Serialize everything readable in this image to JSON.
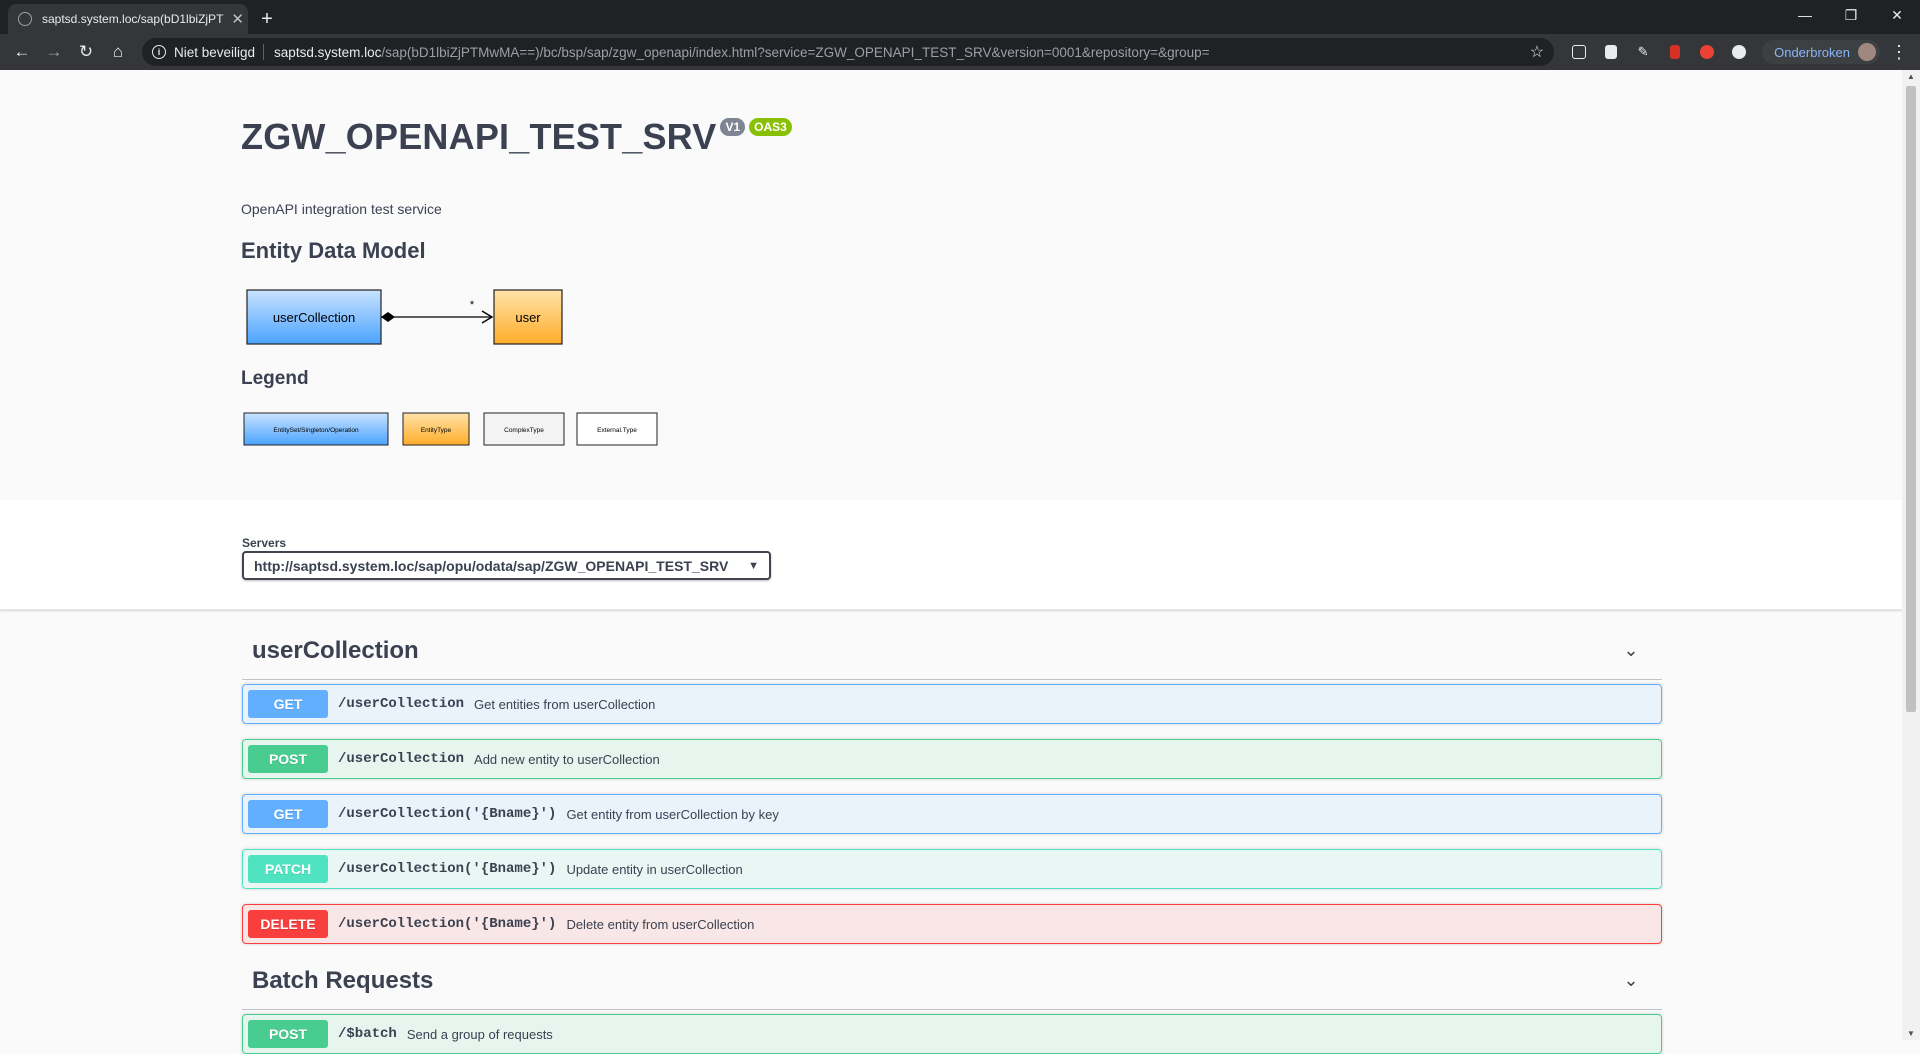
{
  "browser": {
    "tab_title": "saptsd.system.loc/sap(bD1lbiZjPT",
    "new_tab": "+",
    "security": "Niet beveiligd",
    "url_host": "saptsd.system.loc",
    "url_path": "/sap(bD1lbiZjPTMwMA==)/bc/bsp/sap/zgw_openapi/index.html?service=ZGW_OPENAPI_TEST_SRV&version=0001&repository=&group=",
    "profile_label": "Onderbroken"
  },
  "info": {
    "title": "ZGW_OPENAPI_TEST_SRV",
    "version_badge": "V1",
    "oas_badge": "OAS3",
    "description": "OpenAPI integration test service",
    "edm_title": "Entity Data Model",
    "legend_title": "Legend"
  },
  "diagram": {
    "source": "userCollection",
    "target": "user",
    "multiplicity": "*"
  },
  "legend": {
    "items": [
      "EntitySet/Singleton/Operation",
      "EntityType",
      "ComplexType",
      "External.Type"
    ]
  },
  "servers": {
    "label": "Servers",
    "selected": "http://saptsd.system.loc/sap/opu/odata/sap/ZGW_OPENAPI_TEST_SRV"
  },
  "tags": [
    {
      "name": "userCollection",
      "operations": [
        {
          "method": "GET",
          "path": "/userCollection",
          "summary": "Get entities from userCollection"
        },
        {
          "method": "POST",
          "path": "/userCollection",
          "summary": "Add new entity to userCollection"
        },
        {
          "method": "GET",
          "path": "/userCollection('{Bname}')",
          "summary": "Get entity from userCollection by key"
        },
        {
          "method": "PATCH",
          "path": "/userCollection('{Bname}')",
          "summary": "Update entity in userCollection"
        },
        {
          "method": "DELETE",
          "path": "/userCollection('{Bname}')",
          "summary": "Delete entity from userCollection"
        }
      ]
    },
    {
      "name": "Batch Requests",
      "operations": [
        {
          "method": "POST",
          "path": "/$batch",
          "summary": "Send a group of requests"
        }
      ]
    }
  ],
  "colors": {
    "get": "#61affe",
    "post": "#49cc90",
    "patch": "#50e3c2",
    "delete": "#f93e3e",
    "entity_set": "#64b5f6",
    "entity_type": "#ffb74d"
  }
}
